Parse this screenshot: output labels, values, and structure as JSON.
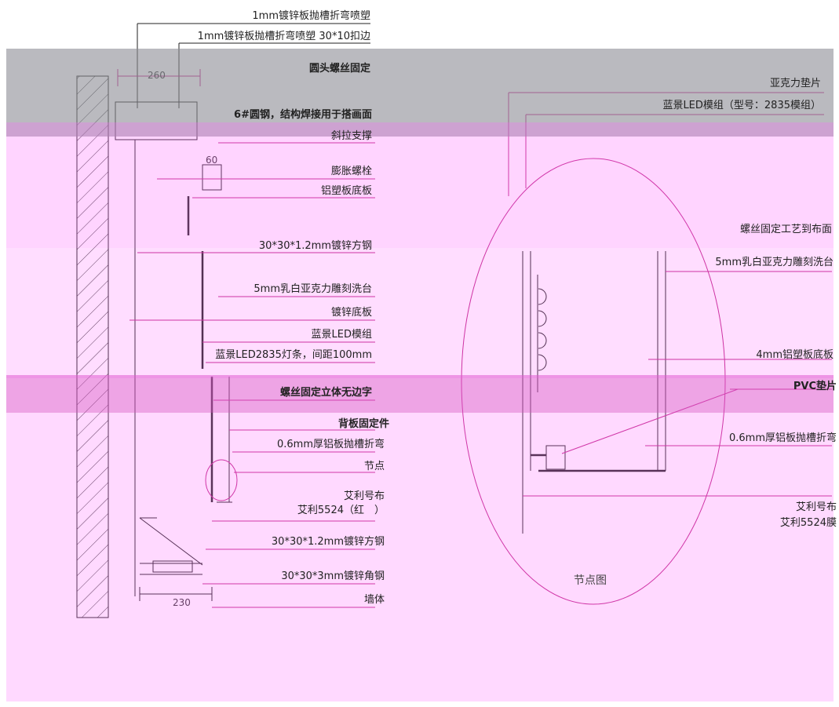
{
  "left_section": {
    "labels": {
      "l1": "1mm镀锌板抛槽折弯喷塑",
      "l2": "1mm镀锌板抛槽折弯喷塑 30*10扣边",
      "l3": "圆头螺丝固定",
      "l4": "6#圆钢，结构焊接用于搭画面",
      "l5": "斜拉支撑",
      "l6": "膨胀螺栓",
      "l7": "铝塑板底板",
      "l8": "30*30*1.2mm镀锌方钢",
      "l9": "5mm乳白亚克力雕刻洗台",
      "l10": "镀锌底板",
      "l11": "蓝景LED模组",
      "l12": "蓝景LED2835灯条，间距100mm",
      "l13": "螺丝固定立体无边字",
      "l14": "背板固定件",
      "l15": "0.6mm厚铝板抛槽折弯",
      "l16": "节点",
      "l17a": "艾利号布",
      "l17b": "艾利5524（红　）",
      "l18": "30*30*1.2mm镀锌方钢",
      "l19": "30*30*3mm镀锌角钢",
      "l20": "墙体"
    },
    "dims": {
      "d260": "260",
      "d60": "60",
      "d230": "230"
    }
  },
  "right_section": {
    "labels": {
      "r1": "亚克力垫片",
      "r2": "蓝景LED模组（型号：2835模组）",
      "r3": "螺丝固定工艺到布面",
      "r4": "5mm乳白亚克力雕刻洗台",
      "r5": "4mm铝塑板底板",
      "r6": "PVC垫片",
      "r7": "0.6mm厚铝板抛槽折弯",
      "r8a": "艾利号布",
      "r8b": "艾利5524膜"
    },
    "caption": "节点图"
  },
  "colors": {
    "overlay_magenta": "#ff66ff",
    "overlay_gray": "#8c8c94",
    "line_magenta": "#c0268a"
  }
}
